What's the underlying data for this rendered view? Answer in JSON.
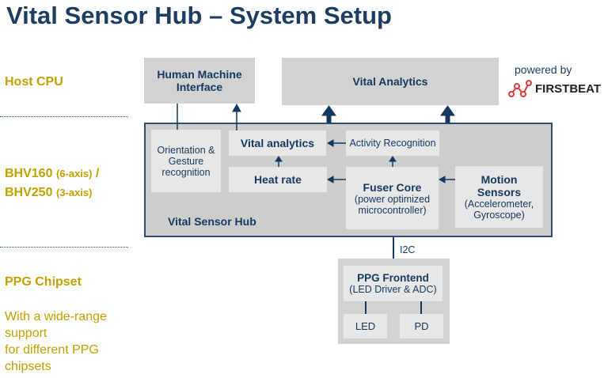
{
  "title": "Vital Sensor Hub – System Setup",
  "left": {
    "host_cpu": "Host CPU",
    "bhv160": "BHV160",
    "bhv160_axis": "(6-axis)",
    "slash": "/",
    "bhv250": "BHV250",
    "bhv250_axis": "(3-axis)",
    "ppg_chipset": "PPG Chipset",
    "ppg_note": [
      "With a wide-range",
      "support",
      "for different PPG",
      "chipsets"
    ]
  },
  "host": {
    "hmi": "Human Machine Interface",
    "vital_analytics": "Vital Analytics"
  },
  "brand": {
    "powered_by": "powered by",
    "logo_text": "FIRSTBEAT"
  },
  "hub": {
    "label": "Vital Sensor Hub",
    "orientation": "Orientation & Gesture recognition",
    "vital_analytics": "Vital analytics",
    "heart_rate": "Heat rate",
    "activity": "Activity Recognition",
    "fuser_title": "Fuser Core",
    "fuser_desc": "(power optimized microcontroller)",
    "motion_title": "Motion Sensors",
    "motion_desc": "(Accelerometer, Gyroscope)"
  },
  "bus": "I2C",
  "ppg": {
    "frontend_title": "PPG Frontend",
    "frontend_desc": "(LED Driver & ADC)",
    "led": "LED",
    "pd": "PD"
  },
  "colors": {
    "navy": "#1d3d62",
    "gold": "#c3a100",
    "logo_red": "#e53935"
  }
}
